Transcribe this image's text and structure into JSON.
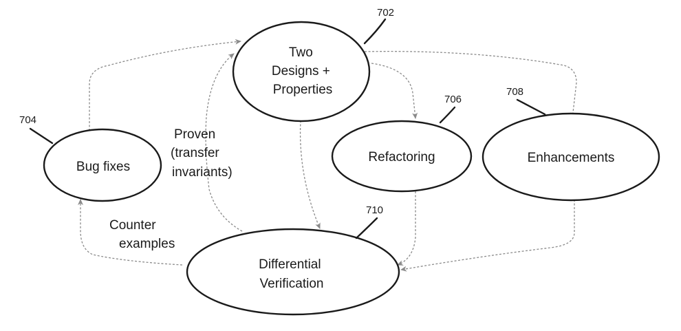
{
  "nodes": {
    "two_designs": {
      "lines": [
        "Two",
        "Designs +",
        "Properties"
      ],
      "ref": "702"
    },
    "bug_fixes": {
      "lines": [
        "Bug fixes"
      ],
      "ref": "704"
    },
    "refactoring": {
      "lines": [
        "Refactoring"
      ],
      "ref": "706"
    },
    "enhancements": {
      "lines": [
        "Enhancements"
      ],
      "ref": "708"
    },
    "differential_verification": {
      "lines": [
        "Differential",
        "Verification"
      ],
      "ref": "710"
    }
  },
  "edge_labels": {
    "proven": [
      "Proven",
      "(transfer",
      "invariants)"
    ],
    "counter_examples": [
      "Counter",
      "examples"
    ]
  },
  "colors": {
    "stroke": "#1a1a1a",
    "edge": "#8a8a8a",
    "background": "#ffffff"
  }
}
